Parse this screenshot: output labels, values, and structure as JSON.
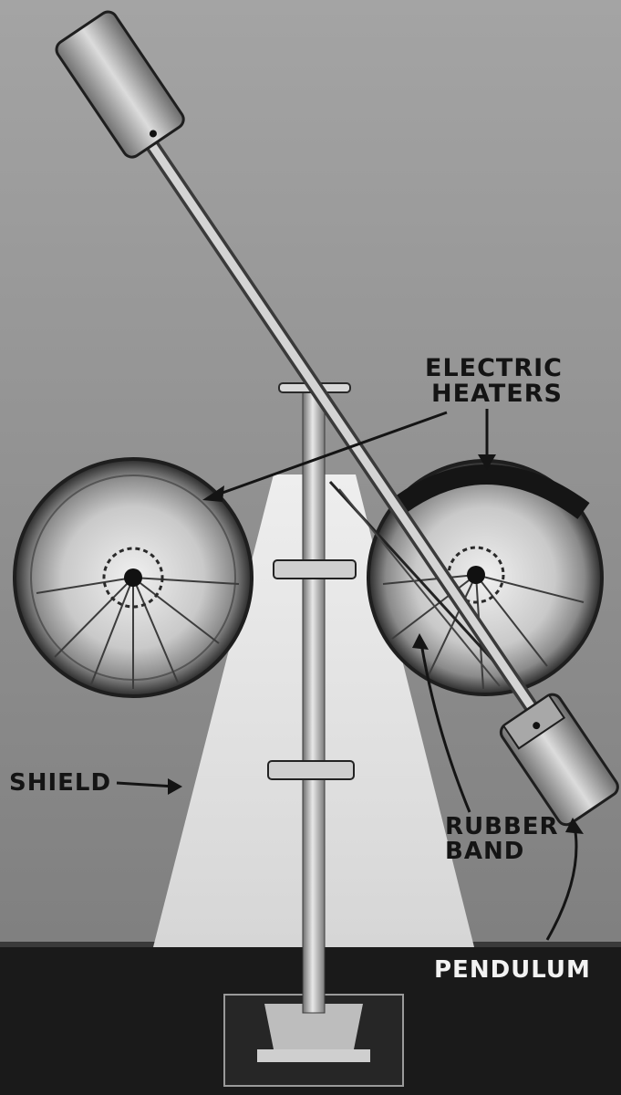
{
  "labels": {
    "heaters_line1": "ELECTRIC",
    "heaters_line2": "HEATERS",
    "shield": "SHIELD",
    "rubber_line1": "RUBBER",
    "rubber_line2": "BAND",
    "pendulum": "PENDULUM"
  },
  "colors": {
    "background": "#8c8c8c",
    "floor": "#1a1a1a",
    "shield": "#e3e3e3",
    "metal": "#c8c8c8",
    "label_dark": "#141414",
    "label_light": "#f2f2f2"
  }
}
